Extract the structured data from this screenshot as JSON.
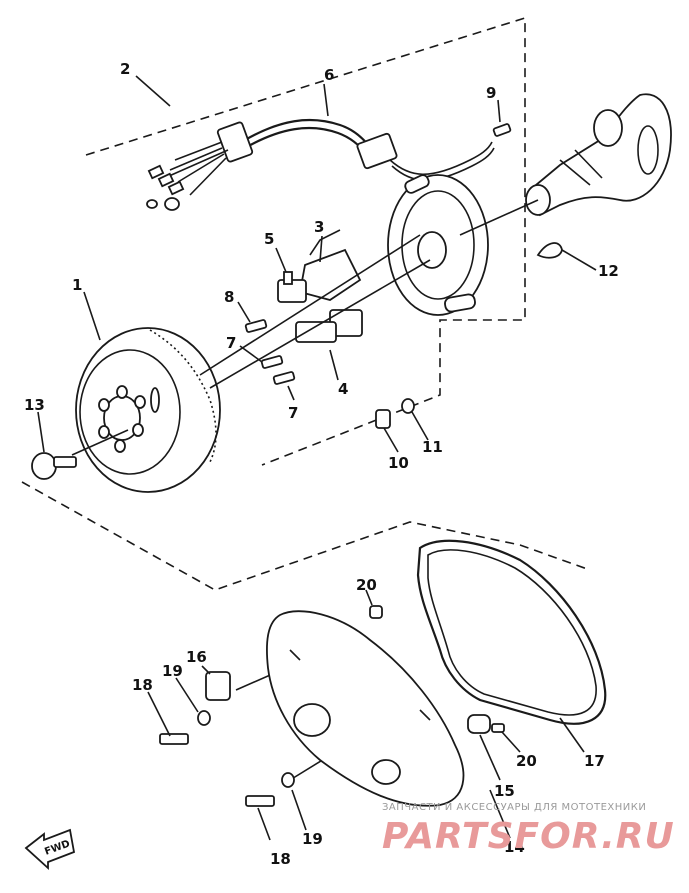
{
  "diagram": {
    "callouts": {
      "c1": "1",
      "c2": "2",
      "c3": "3",
      "c4": "4",
      "c5": "5",
      "c6": "6",
      "c7a": "7",
      "c7b": "7",
      "c8": "8",
      "c9": "9",
      "c10": "10",
      "c11": "11",
      "c12": "12",
      "c13": "13",
      "c14": "14",
      "c15": "15",
      "c16": "16",
      "c17": "17",
      "c18a": "18",
      "c18b": "18",
      "c19a": "19",
      "c19b": "19",
      "c20a": "20",
      "c20b": "20"
    },
    "fwd_label": "FWD",
    "watermark": {
      "caption": "ЗАПЧАСТИ И АКСЕССУАРЫ ДЛЯ МОТОТЕХНИКИ",
      "logo": "PARTSFOR.RU"
    }
  }
}
